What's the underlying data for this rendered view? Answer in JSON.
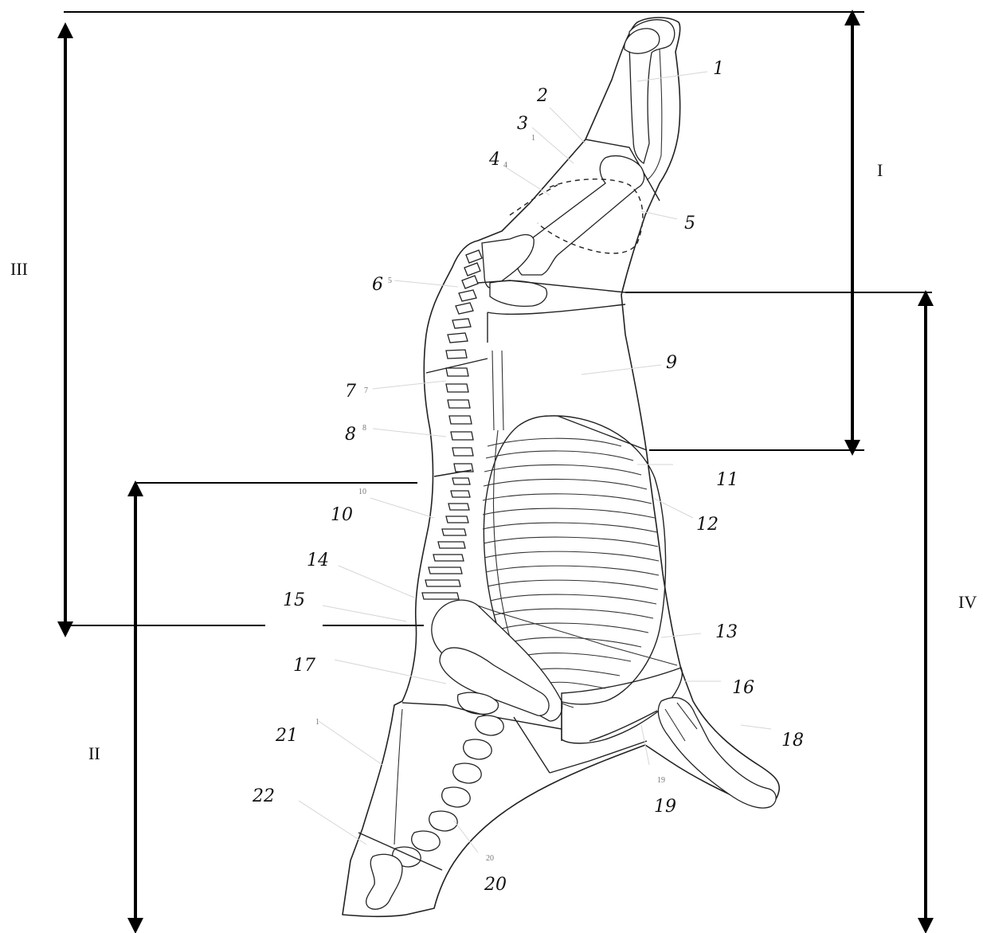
{
  "section_labels": {
    "I": "I",
    "II": "II",
    "III": "III",
    "IV": "IV"
  },
  "part_numbers": {
    "n1": "1",
    "n2": "2",
    "n3": "3",
    "n4": "4",
    "n5": "5",
    "n6": "6",
    "n7": "7",
    "n8": "8",
    "n9": "9",
    "n10": "10",
    "n11": "11",
    "n12": "12",
    "n13": "13",
    "n14": "14",
    "n15": "15",
    "n16": "16",
    "n17": "17",
    "n18": "18",
    "n19": "19",
    "n20": "20",
    "n21": "21",
    "n22": "22"
  },
  "ghost_numbers": {
    "g3": "1",
    "g4": "4",
    "g6": "5",
    "g7": "7",
    "g8": "8",
    "g10": "10",
    "g19": "19",
    "g20": "20",
    "g21": "1"
  }
}
